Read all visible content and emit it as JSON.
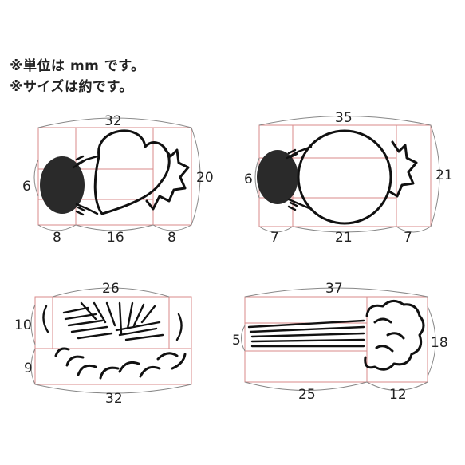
{
  "notes": {
    "line1": "※単位は mm です。",
    "line2": "※サイズは約です。"
  },
  "colors": {
    "guide": "#d98a8a",
    "ink": "#111111",
    "arc": "#888888"
  },
  "stamps": [
    {
      "name": "heart-balloon-stamp",
      "width_label": "32",
      "height_label": "20",
      "side_label": "6",
      "bottom_labels": [
        "8",
        "16",
        "8"
      ]
    },
    {
      "name": "round-balloon-stamp",
      "width_label": "35",
      "height_label": "21",
      "side_label": "6",
      "bottom_labels": [
        "7",
        "21",
        "7"
      ]
    },
    {
      "name": "sunrays-cloud-stamp",
      "top_label": "26",
      "left_top_label": "10",
      "left_bottom_label": "9",
      "bottom_label": "32"
    },
    {
      "name": "speedlines-smoke-stamp",
      "width_label": "37",
      "left_label": "5",
      "right_label": "18",
      "bottom_labels": [
        "25",
        "12"
      ]
    }
  ]
}
